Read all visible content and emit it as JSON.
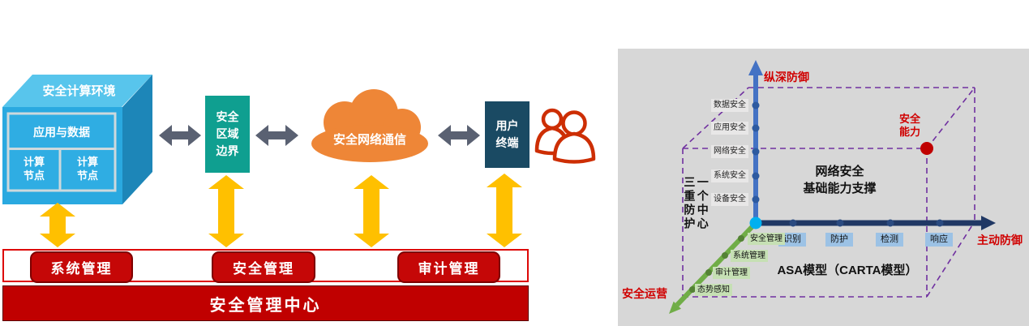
{
  "left": {
    "cube": {
      "title": "安全计算环境",
      "inner_top": "应用与数据",
      "node_lines": [
        "计算",
        "节点"
      ]
    },
    "boundary_lines": [
      "安全",
      "区域",
      "边界"
    ],
    "cloud_label": "安全网络通信",
    "terminal_lines": [
      "用户",
      "终端"
    ],
    "management_buttons": [
      "系统管理",
      "安全管理",
      "审计管理"
    ],
    "center_bar": "安全管理中心"
  },
  "right": {
    "y_axis": {
      "label": "纵深防御",
      "ticks": [
        "数据安全",
        "应用安全",
        "网络安全",
        "系统安全",
        "设备安全"
      ]
    },
    "x_axis": {
      "label": "主动防御",
      "ticks": [
        "识别",
        "防护",
        "检测",
        "响应"
      ]
    },
    "z_axis": {
      "label": "安全运营",
      "ticks": [
        "安全管理",
        "系统管理",
        "审计管理",
        "态势感知"
      ]
    },
    "capability_lines": [
      "安全",
      "能力"
    ],
    "center_text_lines": [
      "网络安全",
      "基础能力支撑"
    ],
    "model_caption": "ASA模型（CARTA模型）",
    "vertical_cols": {
      "one_center": "一个中心",
      "triple_protection": "三重防护"
    }
  },
  "colors": {
    "cube_front": "#2aa9e0",
    "cube_top": "#58c5ec",
    "cube_side": "#1d86b8",
    "boundary_box": "#0f9f90",
    "cloud": "#ee8637",
    "terminal_box": "#1a4a63",
    "people_outline": "#cd2e04",
    "gray_arrow": "#5a6172",
    "yellow_arrow": "#ffc000",
    "red_button": "#c50707",
    "red_bar": "#c00000",
    "panel_bg": "#d7d7d7",
    "y_axis": "#4472c4",
    "x_axis": "#203864",
    "z_axis": "#70ad47",
    "origin_dot": "#00b0f0",
    "capability_dot": "#c00000",
    "dashed_cube": "#7030a0",
    "red_label": "#d00000"
  }
}
